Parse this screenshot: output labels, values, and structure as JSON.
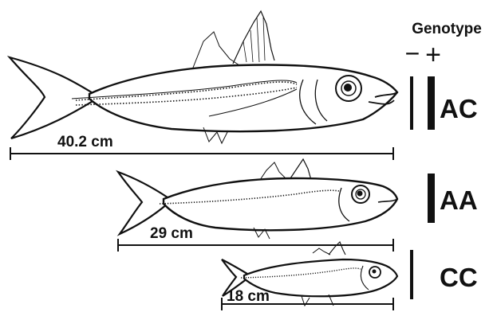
{
  "header": {
    "title": "Genotype",
    "minus": "−",
    "plus": "+"
  },
  "fish": [
    {
      "length_label": "40.2 cm",
      "length_cm": 40.2,
      "genotype": "AC",
      "minus_bar": true,
      "plus_bar": true
    },
    {
      "length_label": "29 cm",
      "length_cm": 29,
      "genotype": "AA",
      "minus_bar": false,
      "plus_bar": true
    },
    {
      "length_label": "18 cm",
      "length_cm": 18,
      "genotype": "CC",
      "minus_bar": true,
      "plus_bar": false
    }
  ],
  "colors": {
    "ink": "#111111",
    "paper": "#ffffff"
  }
}
